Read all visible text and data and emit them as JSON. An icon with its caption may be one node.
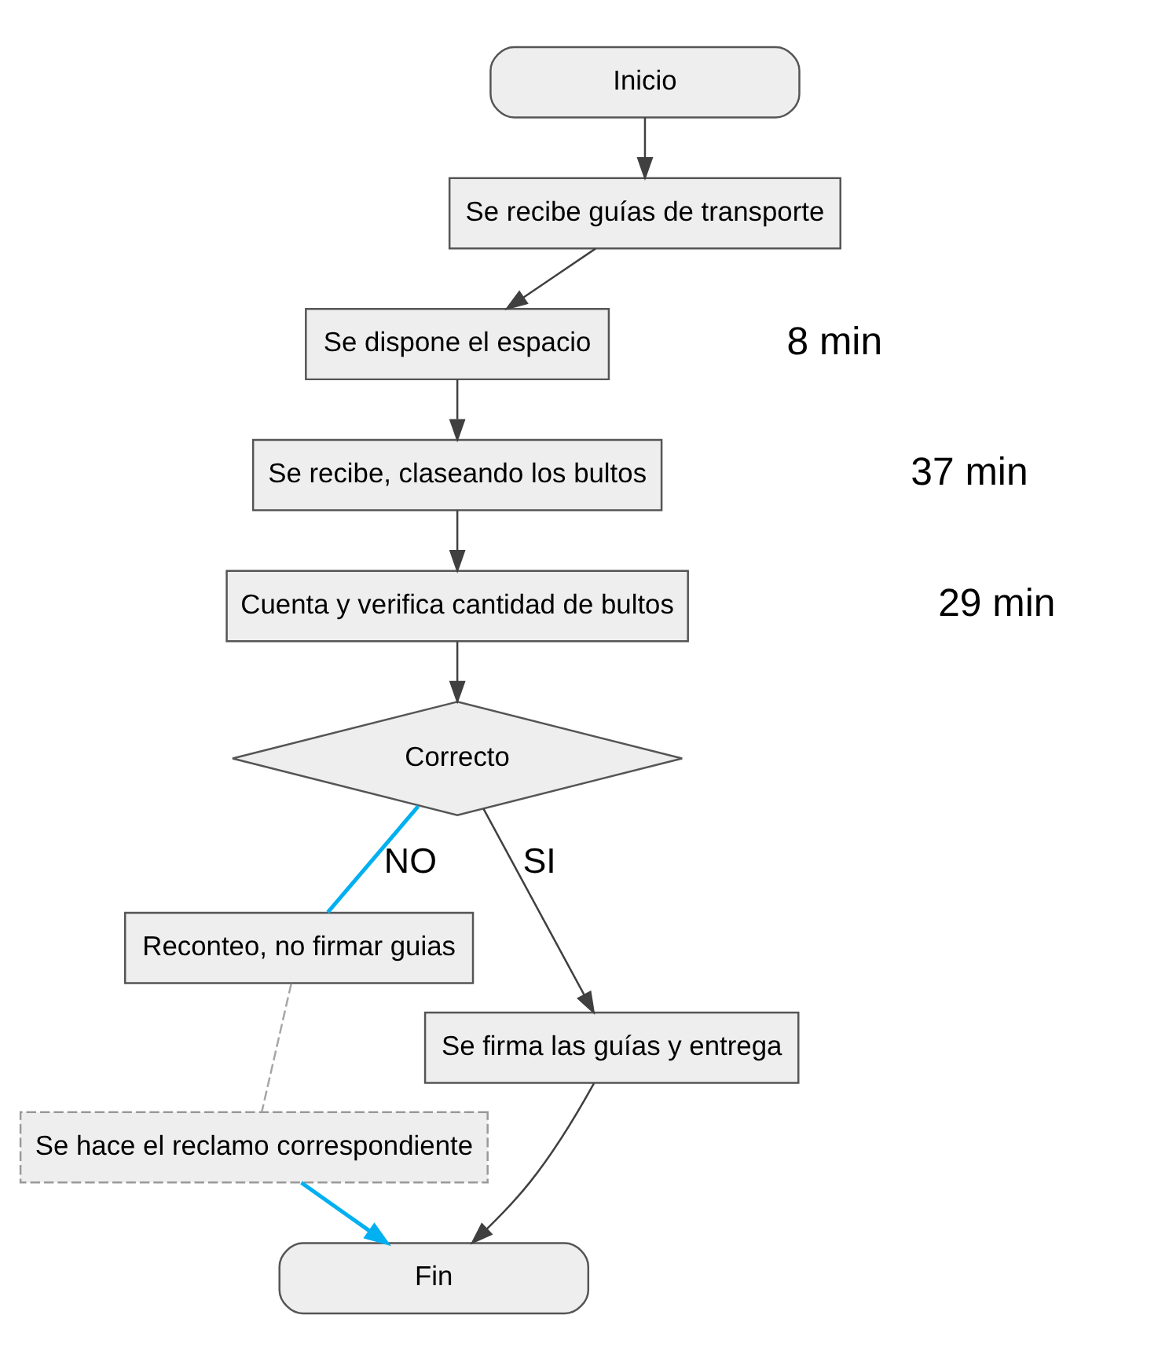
{
  "diagram": {
    "nodes": [
      {
        "text": [
          "Inicio"
        ]
      },
      {
        "text": [
          "Se recibe guías de transporte"
        ]
      },
      {
        "text": [
          "Se dispone el espacio"
        ]
      },
      {
        "text": [
          "Se recibe, claseando los bultos"
        ]
      },
      {
        "text": [
          "Cuenta y verifica cantidad de bultos"
        ]
      },
      {
        "text": [
          "Correcto"
        ]
      },
      {
        "text": [
          "Reconteo, no firmar guias"
        ]
      },
      {
        "text": [
          "Se hace el reclamo correspondiente"
        ]
      },
      {
        "text": [
          "Se firma las guías y entrega"
        ]
      },
      {
        "text": [
          "Fin"
        ]
      }
    ],
    "edges": [
      {
        "from": 0,
        "to": 1,
        "arrow": "to"
      },
      {
        "from": 1,
        "to": 2,
        "arrow": "to"
      },
      {
        "from": 2,
        "to": 3,
        "arrow": "to"
      },
      {
        "from": 3,
        "to": 4,
        "arrow": "to"
      },
      {
        "from": 4,
        "to": 5,
        "arrow": "to"
      },
      {
        "from": 5,
        "to": 6,
        "arrow": "none",
        "label": "NO",
        "color": "#00b0f0"
      },
      {
        "from": 6,
        "to": 7,
        "arrow": "none",
        "style": "dashed",
        "color": "#a6a6a6"
      },
      {
        "from": 7,
        "to": 9,
        "arrow": "to",
        "color": "#00b0f0"
      },
      {
        "from": 5,
        "to": 8,
        "arrow": "to",
        "label": "SI"
      },
      {
        "from": 8,
        "to": 9,
        "arrow": "to"
      }
    ],
    "labels": [
      "8 min",
      "37 min",
      "29 min"
    ]
  }
}
